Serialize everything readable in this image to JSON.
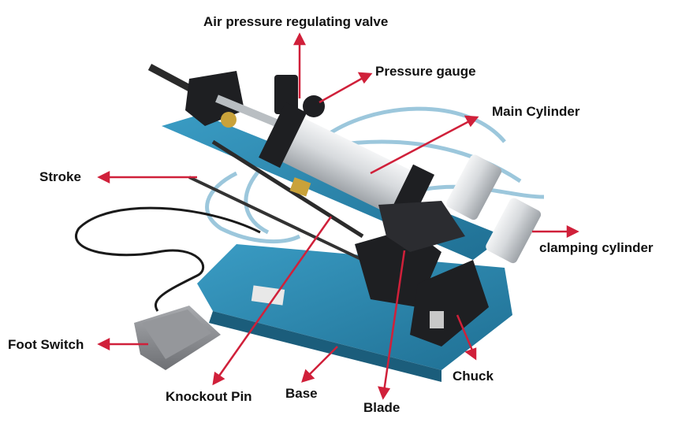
{
  "labels": {
    "air_valve": "Air pressure regulating valve",
    "pressure_gauge": "Pressure gauge",
    "main_cylinder": "Main Cylinder",
    "stroke": "Stroke",
    "clamping_cylinder": "clamping cylinder",
    "foot_switch": "Foot Switch",
    "knockout_pin": "Knockout Pin",
    "base": "Base",
    "blade": "Blade",
    "chuck": "Chuck"
  },
  "colors": {
    "arrow": "#d0203a",
    "base_blue": "#2f8fb8",
    "cylinder_silver": "#d9dde0",
    "block_black": "#1e1f22",
    "hose": "#9cc7dc",
    "brass": "#c9a23a",
    "pedal": "#8e9094"
  }
}
